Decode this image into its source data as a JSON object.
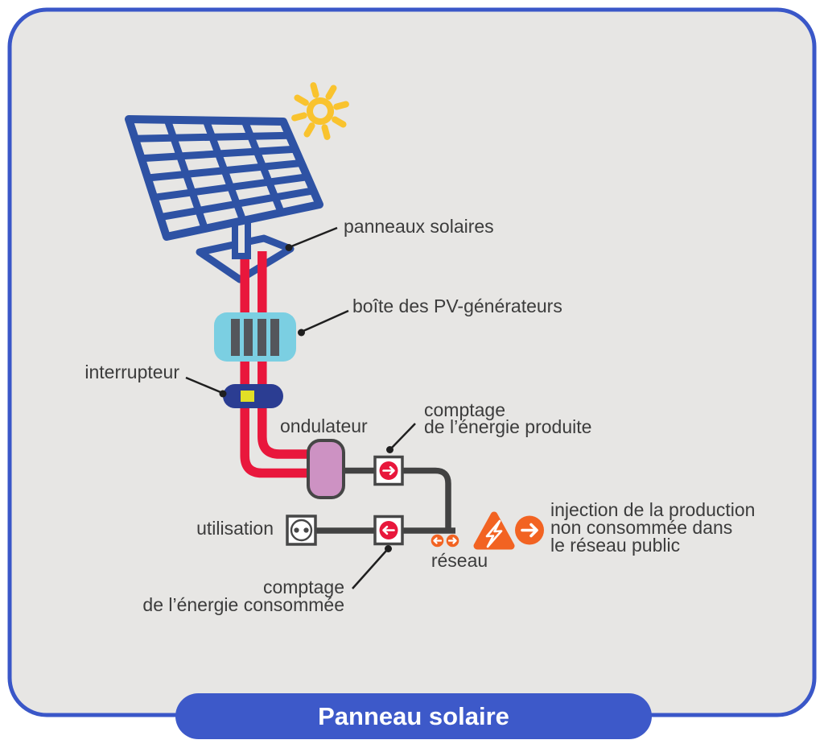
{
  "title_pill": {
    "label": "Panneau solaire",
    "bg_color": "#3D59C9",
    "text_color": "#FFFFFF"
  },
  "card": {
    "bg_color": "#E7E6E4",
    "border_color": "#3A57C8"
  },
  "labels": {
    "panneaux_solaires": "panneaux solaires",
    "boite_pv": "boîte des PV-générateurs",
    "interrupteur": "interrupteur",
    "ondulateur": "ondulateur",
    "comptage_produite_l1": "comptage",
    "comptage_produite_l2": "de l’énergie produite",
    "utilisation": "utilisation",
    "comptage_consommee_l1": "comptage",
    "comptage_consommee_l2": "de l’énergie consommée",
    "reseau": "réseau",
    "injection_l1": "injection de la production",
    "injection_l2": "non consommée dans",
    "injection_l3": "le réseau public"
  },
  "colors": {
    "panel_blue": "#2E52A4",
    "cable_red": "#E9173C",
    "pv_box_cyan": "#7BCFE2",
    "pv_box_bars": "#54565B",
    "switch_navy": "#2B3D92",
    "switch_yellow": "#E2DF26",
    "inverter_pink": "#CD92C3",
    "wire_gray": "#424242",
    "meter_red": "#E8173C",
    "orange": "#F26322",
    "sun_yellow": "#F9C32E",
    "label_text": "#3C3C3C",
    "leader_black": "#1F1F1F"
  },
  "icons": [
    "sun-icon",
    "solar-panel-icon",
    "panel-base-icon",
    "pv-generator-box-icon",
    "switch-icon",
    "inverter-icon",
    "production-meter-icon",
    "consumption-meter-icon",
    "outlet-icon",
    "grid-hazard-icon",
    "bidirectional-arrows-icon",
    "export-arrow-icon"
  ]
}
